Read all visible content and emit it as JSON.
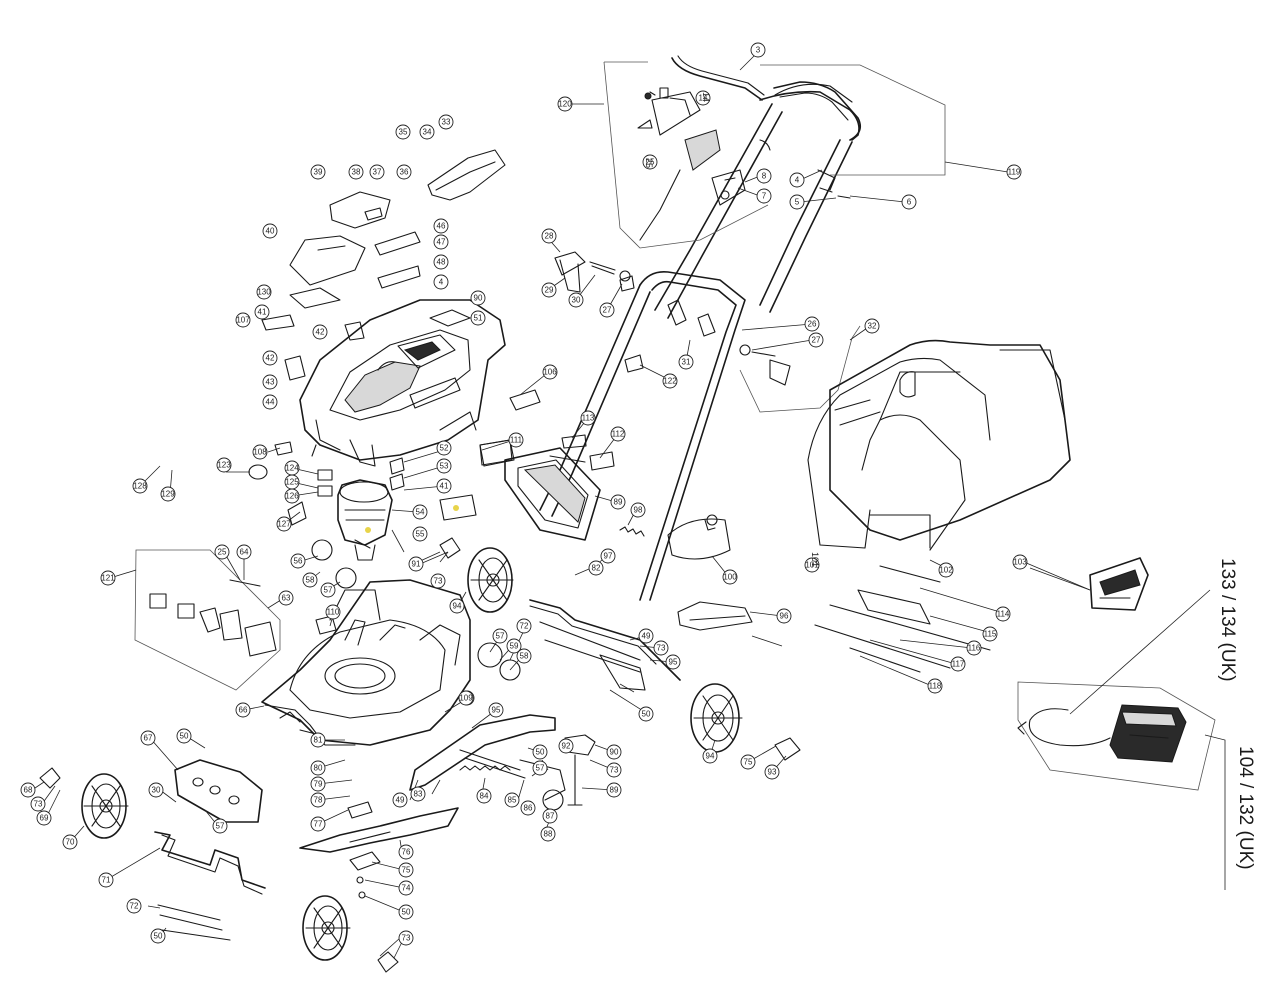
{
  "callouts": [
    {
      "n": "3"
    },
    {
      "n": "120"
    },
    {
      "n": "14"
    },
    {
      "n": "25"
    },
    {
      "n": "8"
    },
    {
      "n": "7"
    },
    {
      "n": "4"
    },
    {
      "n": "5"
    },
    {
      "n": "6"
    },
    {
      "n": "119"
    },
    {
      "n": "35"
    },
    {
      "n": "34"
    },
    {
      "n": "33"
    },
    {
      "n": "36"
    },
    {
      "n": "37"
    },
    {
      "n": "38"
    },
    {
      "n": "39"
    },
    {
      "n": "40"
    },
    {
      "n": "46"
    },
    {
      "n": "47"
    },
    {
      "n": "48"
    },
    {
      "n": "4"
    },
    {
      "n": "130"
    },
    {
      "n": "41"
    },
    {
      "n": "107"
    },
    {
      "n": "42"
    },
    {
      "n": "90"
    },
    {
      "n": "51"
    },
    {
      "n": "28"
    },
    {
      "n": "29"
    },
    {
      "n": "30"
    },
    {
      "n": "27"
    },
    {
      "n": "26"
    },
    {
      "n": "27"
    },
    {
      "n": "32"
    },
    {
      "n": "31"
    },
    {
      "n": "122"
    },
    {
      "n": "42"
    },
    {
      "n": "43"
    },
    {
      "n": "44"
    },
    {
      "n": "106"
    },
    {
      "n": "113"
    },
    {
      "n": "111"
    },
    {
      "n": "112"
    },
    {
      "n": "89"
    },
    {
      "n": "98"
    },
    {
      "n": "108"
    },
    {
      "n": "123"
    },
    {
      "n": "124"
    },
    {
      "n": "125"
    },
    {
      "n": "126"
    },
    {
      "n": "127"
    },
    {
      "n": "52"
    },
    {
      "n": "53"
    },
    {
      "n": "41"
    },
    {
      "n": "54"
    },
    {
      "n": "55"
    },
    {
      "n": "56"
    },
    {
      "n": "129"
    },
    {
      "n": "128"
    },
    {
      "n": "121"
    },
    {
      "n": "25"
    },
    {
      "n": "64"
    },
    {
      "n": "63"
    },
    {
      "n": "91"
    },
    {
      "n": "73"
    },
    {
      "n": "57"
    },
    {
      "n": "58"
    },
    {
      "n": "97"
    },
    {
      "n": "82"
    },
    {
      "n": "100"
    },
    {
      "n": "101"
    },
    {
      "n": "102"
    },
    {
      "n": "103"
    },
    {
      "n": "110"
    },
    {
      "n": "66"
    },
    {
      "n": "110"
    },
    {
      "n": "94"
    },
    {
      "n": "72"
    },
    {
      "n": "57"
    },
    {
      "n": "59"
    },
    {
      "n": "58"
    },
    {
      "n": "49"
    },
    {
      "n": "73"
    },
    {
      "n": "95"
    },
    {
      "n": "96"
    },
    {
      "n": "50"
    },
    {
      "n": "114"
    },
    {
      "n": "115"
    },
    {
      "n": "116"
    },
    {
      "n": "117"
    },
    {
      "n": "118"
    },
    {
      "n": "109"
    },
    {
      "n": "75"
    },
    {
      "n": "67"
    },
    {
      "n": "50"
    },
    {
      "n": "81"
    },
    {
      "n": "80"
    },
    {
      "n": "79"
    },
    {
      "n": "78"
    },
    {
      "n": "77"
    },
    {
      "n": "76"
    },
    {
      "n": "75"
    },
    {
      "n": "74"
    },
    {
      "n": "50"
    },
    {
      "n": "93"
    },
    {
      "n": "73"
    },
    {
      "n": "94"
    },
    {
      "n": "49"
    },
    {
      "n": "83"
    },
    {
      "n": "84"
    },
    {
      "n": "85"
    },
    {
      "n": "86"
    },
    {
      "n": "87"
    },
    {
      "n": "88"
    },
    {
      "n": "89"
    },
    {
      "n": "90"
    },
    {
      "n": "92"
    },
    {
      "n": "50"
    },
    {
      "n": "73"
    },
    {
      "n": "57"
    },
    {
      "n": "68"
    },
    {
      "n": "73"
    },
    {
      "n": "69"
    },
    {
      "n": "70"
    },
    {
      "n": "30"
    },
    {
      "n": "71"
    },
    {
      "n": "72"
    },
    {
      "n": "50"
    },
    {
      "n": "57"
    },
    {
      "n": "95"
    }
  ],
  "side_labels": {
    "charger_label": "133 / 134 (UK)",
    "battery_label": "104 / 132 (UK)"
  },
  "inline_labels": {
    "cable_label": "25",
    "bolt_label": "14",
    "bag_label": "101"
  }
}
